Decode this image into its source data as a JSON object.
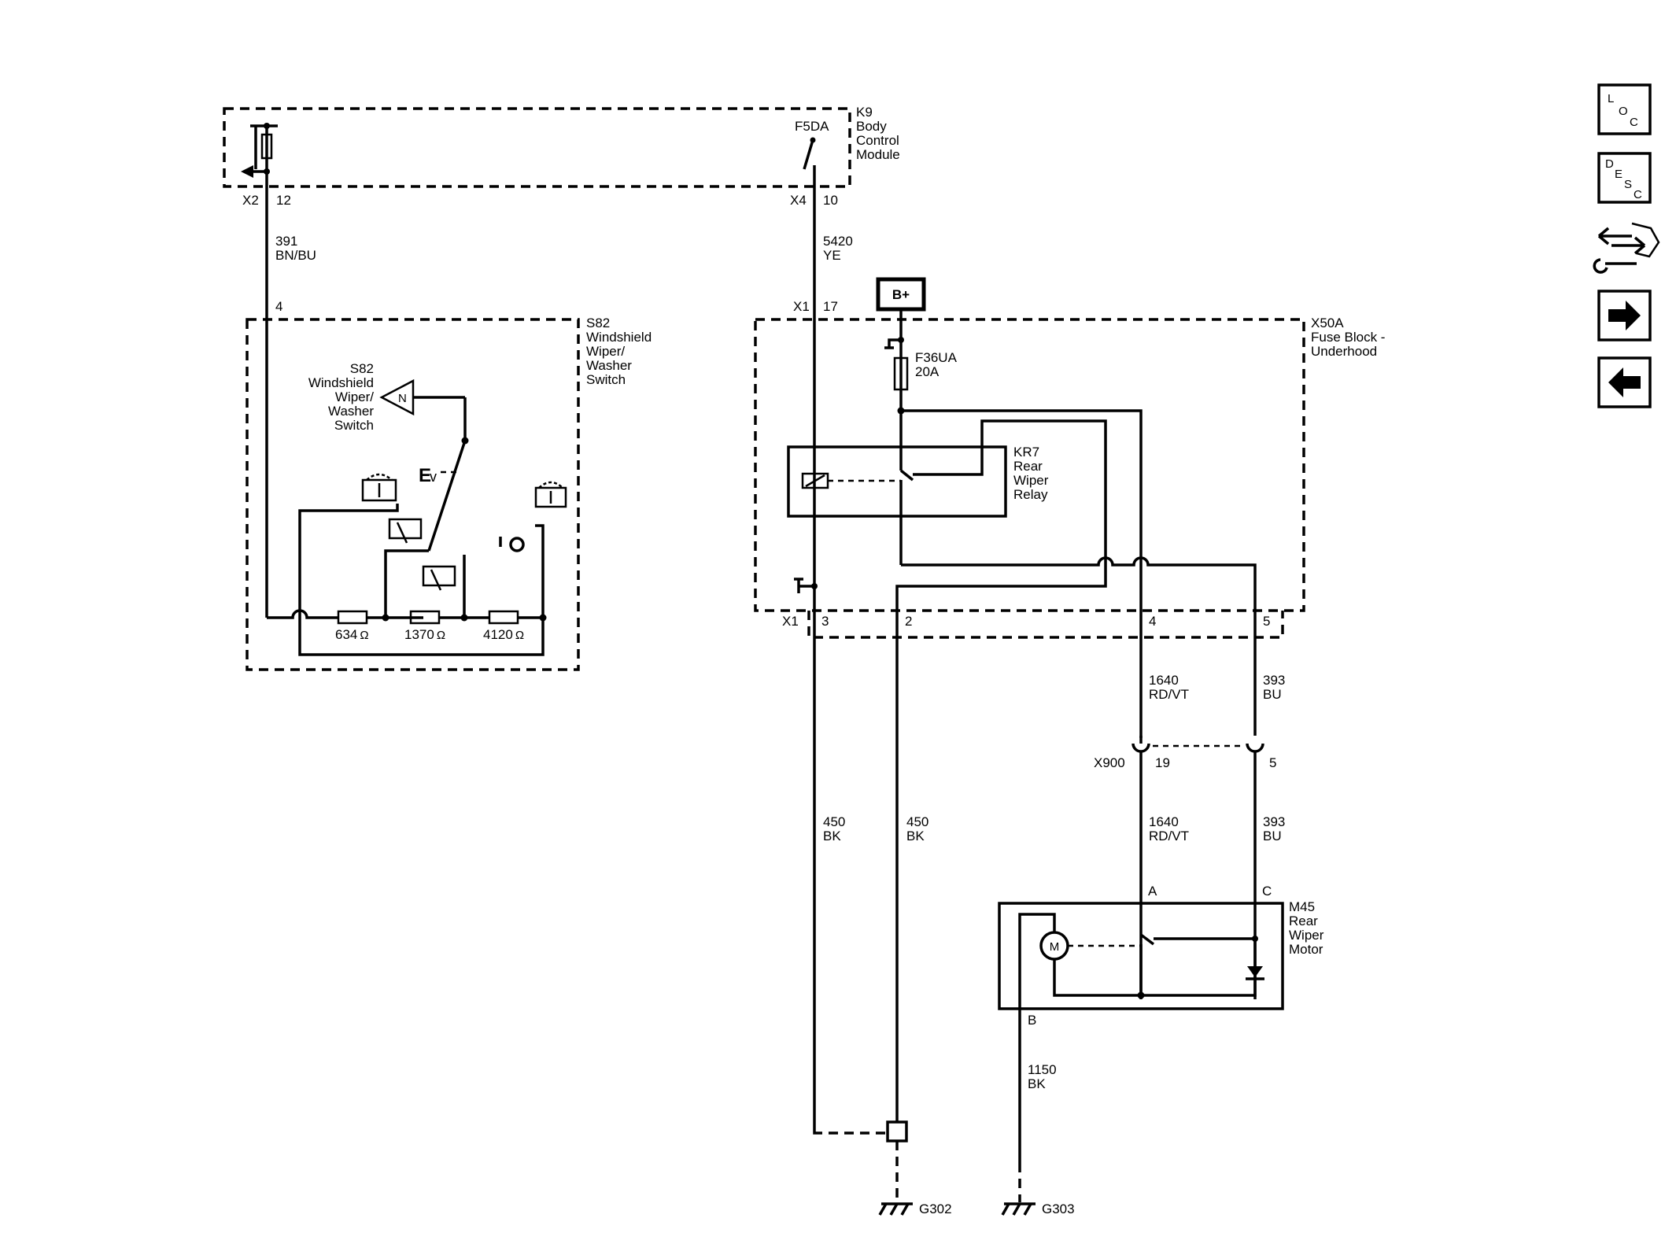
{
  "k9": {
    "ref": "K9",
    "name_lines": [
      "Body",
      "Control",
      "Module"
    ],
    "fuse": "F5DA",
    "conn_left": "X2",
    "pin_left": "12",
    "conn_right": "X4",
    "pin_right": "10"
  },
  "wire_391": {
    "circuit": "391",
    "color": "BN/BU"
  },
  "wire_5420": {
    "circuit": "5420",
    "color": "YE"
  },
  "s82": {
    "ref": "S82",
    "name_lines": [
      "Windshield",
      "Wiper/",
      "Washer",
      "Switch"
    ],
    "pin": "4",
    "switch_symbol": "N",
    "resistors": [
      "634",
      "1370",
      "4120"
    ],
    "ohm": "Ω"
  },
  "x50a": {
    "ref": "X50A",
    "name_lines": [
      "Fuse Block -",
      "Underhood"
    ],
    "conn_top": "X1",
    "pin_top": "17",
    "bplus": "B+",
    "fuse": "F36UA",
    "fuse_rating": "20A",
    "conn_bottom": "X1",
    "pins_bottom": [
      "3",
      "2",
      "4",
      "5"
    ]
  },
  "kr7": {
    "ref": "KR7",
    "name_lines": [
      "Rear",
      "Wiper",
      "Relay"
    ]
  },
  "wire_1640": {
    "circuit": "1640",
    "color": "RD/VT"
  },
  "wire_393": {
    "circuit": "393",
    "color": "BU"
  },
  "x900": {
    "ref": "X900",
    "pin_a": "19",
    "pin_b": "5"
  },
  "wire_450": {
    "circuit": "450",
    "color": "BK"
  },
  "m45": {
    "ref": "M45",
    "name_lines": [
      "Rear",
      "Wiper",
      "Motor"
    ],
    "pin_a": "A",
    "pin_c": "C",
    "pin_b": "B",
    "motor_symbol": "M"
  },
  "wire_1150": {
    "circuit": "1150",
    "color": "BK"
  },
  "grounds": {
    "g302": "G302",
    "g303": "G303"
  },
  "nav": [
    {
      "id": "loc",
      "letters": [
        "L",
        "O",
        "C"
      ]
    },
    {
      "id": "desc",
      "letters": [
        "D",
        "E",
        "S",
        "C"
      ]
    },
    {
      "icon": "connector-wrench-icon"
    },
    {
      "icon": "arrow-right-icon"
    },
    {
      "icon": "arrow-left-icon"
    }
  ]
}
